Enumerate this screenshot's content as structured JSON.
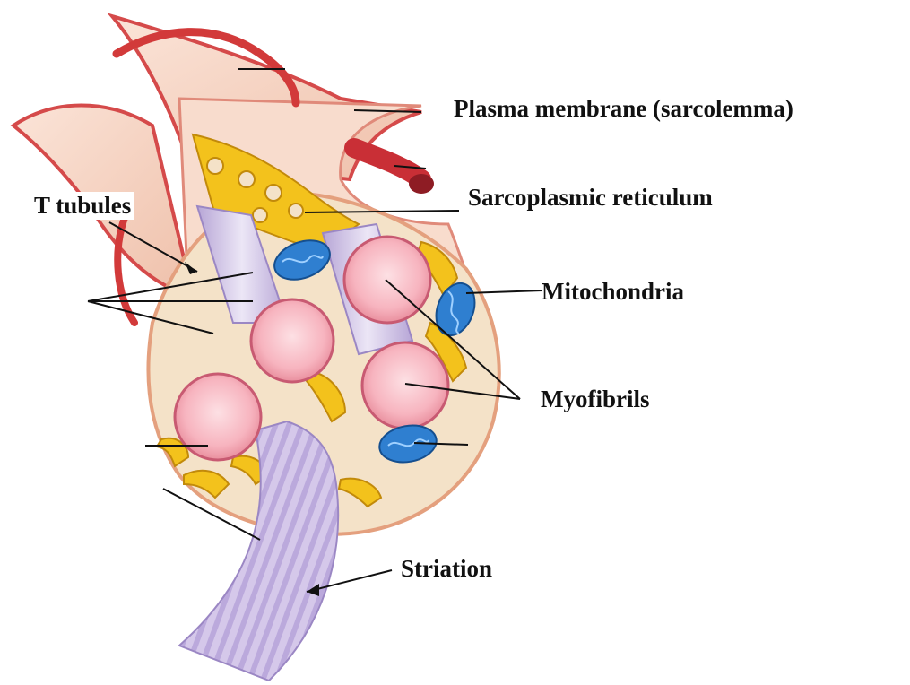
{
  "labels": {
    "plasma_membrane": "Plasma membrane (sarcolemma)",
    "sarcoplasmic_reticulum": "Sarcoplasmic reticulum",
    "t_tubules": "T tubules",
    "mitochondria": "Mitochondria",
    "myofibrils": "Myofibrils",
    "striation": "Striation"
  },
  "colors": {
    "background": "#ffffff",
    "vessel": "#d23a3a",
    "membrane_fill": "#f6d2c2",
    "reticulum": "#f3c21c",
    "mitochondria": "#2f7fd0",
    "myofibril": "#f7b4bf",
    "tubule": "#cfc3e6",
    "line": "#111111"
  }
}
